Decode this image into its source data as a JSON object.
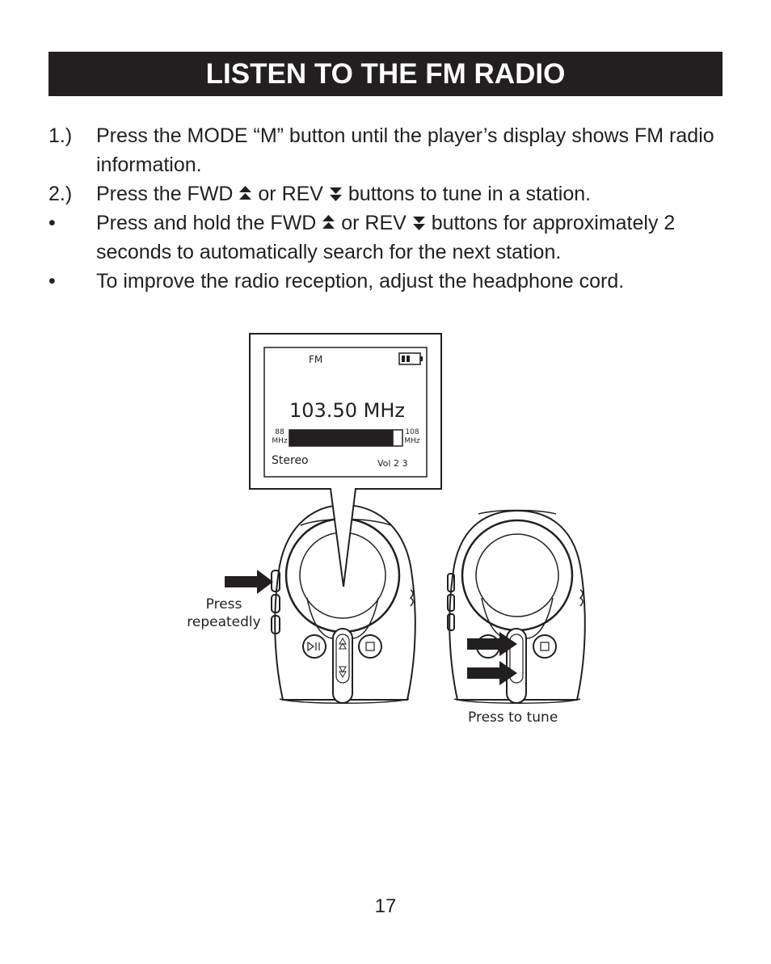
{
  "title": "LISTEN TO THE FM RADIO",
  "steps": [
    {
      "marker": "1.)",
      "text": "Press the MODE “M” button until the player’s display shows FM radio information."
    },
    {
      "marker": "2.)",
      "text_a": "Press the FWD",
      "text_b": "or REV",
      "text_c": "buttons to tune in a station."
    },
    {
      "marker": "•",
      "text_a": "Press and hold the FWD",
      "text_b": "or REV",
      "text_c": "buttons for approximately 2 seconds to automatically search for the next station."
    },
    {
      "marker": "•",
      "text": "To improve the radio reception, adjust the headphone cord."
    }
  ],
  "display": {
    "band": "FM",
    "frequency": "103.50 MHz",
    "range_min": "88",
    "range_min_unit": "MHz",
    "range_max": "108",
    "range_max_unit": "MHz",
    "tuning_level": 0.92,
    "mode": "Stereo",
    "volume": "Vol 2 3"
  },
  "labels": {
    "press_repeatedly_1": "Press",
    "press_repeatedly_2": "repeatedly",
    "press_to_tune": "Press to tune"
  },
  "page_number": "17"
}
